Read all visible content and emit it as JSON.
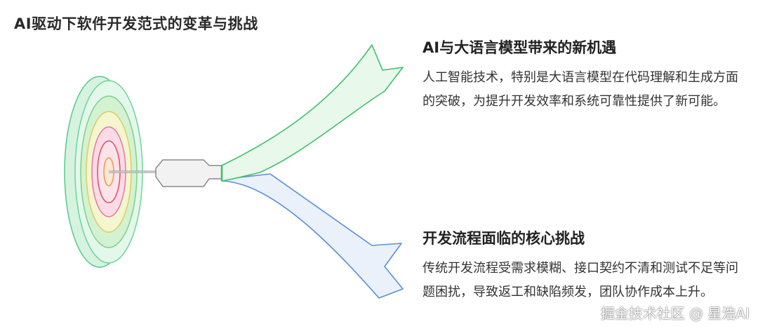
{
  "page": {
    "title": "AI驱动下软件开发范式的变革与挑战"
  },
  "cards": {
    "opportunity": {
      "title": "AI与大语言模型带来的新机遇",
      "body": "人工智能技术，特别是大语言模型在代码理解和生成方面的突破，为提升开发效率和系统可靠性提供了新可能。"
    },
    "challenge": {
      "title": "开发流程面临的核心挑战",
      "body": "传统开发流程受需求模糊、接口契约不清和测试不足等问题困扰，导致返工和缺陷频发，团队协作成本上升。"
    }
  },
  "watermark": {
    "text": "掘金技术社区 @ 星浩AI"
  },
  "colors": {
    "green_ribbon_fill": "#e8f8ea",
    "green_ribbon_stroke": "#3fbf6b",
    "blue_ribbon_fill": "#eaf1fb",
    "blue_ribbon_stroke": "#5a8fd8",
    "ring_outer": "#dff6e8",
    "ring_green": "#c8efc8",
    "ring_yellow": "#f6f4c8",
    "ring_pink": "#fbd7e4",
    "ring_center": "#fde6d8",
    "connector_fill": "#f1f1f1",
    "connector_stroke": "#8a8a8a"
  }
}
